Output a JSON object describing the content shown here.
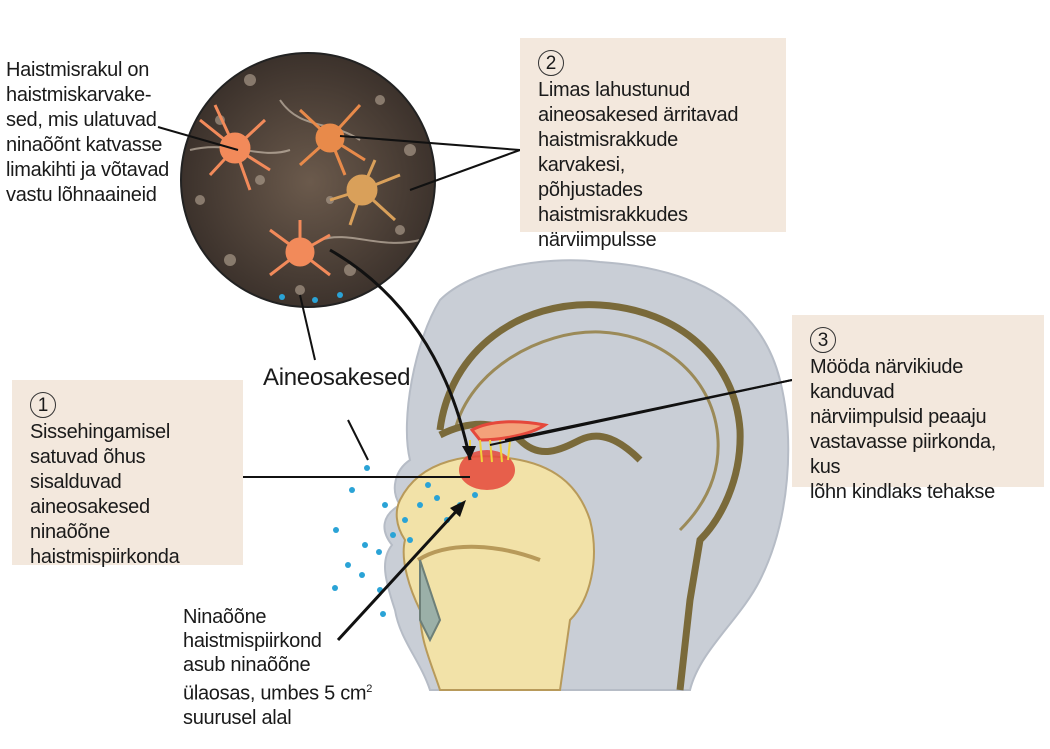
{
  "callout_left_top": {
    "lines": [
      "Haistmisrakul on",
      "haistmiskarvake-",
      "sed, mis ulatuvad",
      "ninaõõnt katvasse",
      "limakihti ja võtavad",
      "vastu lõhnaaineid"
    ]
  },
  "box2": {
    "number": "2",
    "lines": [
      "Limas lahustunud",
      "aineosakesed ärritavad",
      "haistmisrakkude karvakesi,",
      "põhjustades haistmisrakkudes",
      "närviimpulsse"
    ]
  },
  "box1": {
    "number": "1",
    "lines": [
      "Sissehingamisel",
      "satuvad õhus sisalduvad",
      "aineosakesed ninaõõne",
      "haistmispiirkonda"
    ]
  },
  "box3": {
    "number": "3",
    "lines": [
      "Mööda närvikiude kanduvad",
      "närviimpulsid peaaju",
      "vastavasse piirkonda, kus",
      "lõhn kindlaks tehakse"
    ]
  },
  "label_particles": "Aineosakesed",
  "callout_bottom": {
    "line1": "Ninaõõne",
    "line2": "haistmispiirkond",
    "line3": "asub ninaõõne",
    "line4": "ülaosas, umbes 5 cm",
    "line4_sup": "2",
    "line5": "suurusel alal"
  },
  "colors": {
    "box_bg": "#f3e8dd",
    "head_gray": "#c9ced6",
    "brain_line": "#7a6a3a",
    "nasal_cavity": "#f2e2a8",
    "particle_blue": "#2aa3d6",
    "olfactory_red": "#e5483b",
    "cell_orange": "#f28a5a"
  }
}
